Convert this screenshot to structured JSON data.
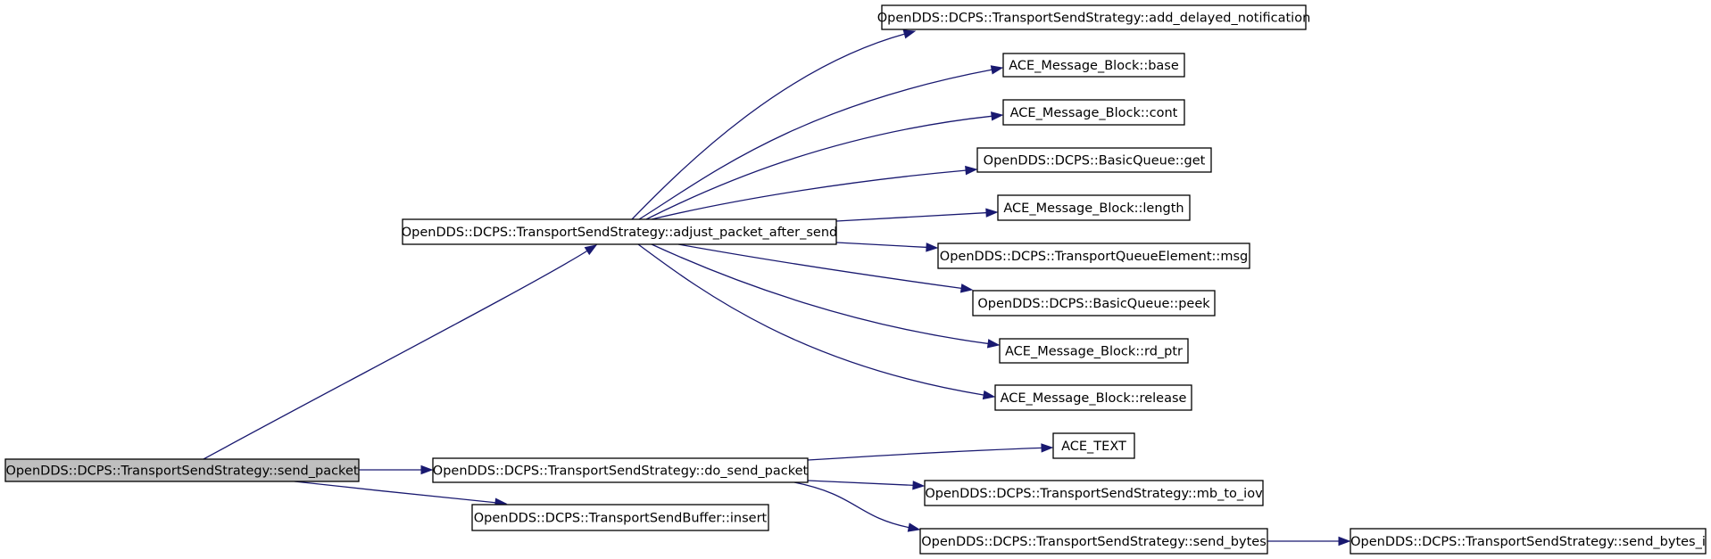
{
  "graph": {
    "nodes": [
      {
        "id": "send_packet",
        "label": "OpenDDS::DCPS::TransportSendStrategy::send_packet",
        "root": true
      },
      {
        "id": "adjust_packet_after_send",
        "label": "OpenDDS::DCPS::TransportSendStrategy::adjust_packet_after_send"
      },
      {
        "id": "do_send_packet",
        "label": "OpenDDS::DCPS::TransportSendStrategy::do_send_packet"
      },
      {
        "id": "insert",
        "label": "OpenDDS::DCPS::TransportSendBuffer::insert"
      },
      {
        "id": "add_delayed_notification",
        "label": "OpenDDS::DCPS::TransportSendStrategy::add_delayed_notification"
      },
      {
        "id": "base",
        "label": "ACE_Message_Block::base"
      },
      {
        "id": "cont",
        "label": "ACE_Message_Block::cont"
      },
      {
        "id": "get",
        "label": "OpenDDS::DCPS::BasicQueue::get"
      },
      {
        "id": "length",
        "label": "ACE_Message_Block::length"
      },
      {
        "id": "msg",
        "label": "OpenDDS::DCPS::TransportQueueElement::msg"
      },
      {
        "id": "peek",
        "label": "OpenDDS::DCPS::BasicQueue::peek"
      },
      {
        "id": "rd_ptr",
        "label": "ACE_Message_Block::rd_ptr"
      },
      {
        "id": "release",
        "label": "ACE_Message_Block::release"
      },
      {
        "id": "ACE_TEXT",
        "label": "ACE_TEXT"
      },
      {
        "id": "mb_to_iov",
        "label": "OpenDDS::DCPS::TransportSendStrategy::mb_to_iov"
      },
      {
        "id": "send_bytes",
        "label": "OpenDDS::DCPS::TransportSendStrategy::send_bytes"
      },
      {
        "id": "send_bytes_i",
        "label": "OpenDDS::DCPS::TransportSendStrategy::send_bytes_i"
      }
    ],
    "edges": [
      {
        "from": "send_packet",
        "to": "adjust_packet_after_send"
      },
      {
        "from": "send_packet",
        "to": "do_send_packet"
      },
      {
        "from": "send_packet",
        "to": "insert"
      },
      {
        "from": "adjust_packet_after_send",
        "to": "add_delayed_notification"
      },
      {
        "from": "adjust_packet_after_send",
        "to": "base"
      },
      {
        "from": "adjust_packet_after_send",
        "to": "cont"
      },
      {
        "from": "adjust_packet_after_send",
        "to": "get"
      },
      {
        "from": "adjust_packet_after_send",
        "to": "length"
      },
      {
        "from": "adjust_packet_after_send",
        "to": "msg"
      },
      {
        "from": "adjust_packet_after_send",
        "to": "peek"
      },
      {
        "from": "adjust_packet_after_send",
        "to": "rd_ptr"
      },
      {
        "from": "adjust_packet_after_send",
        "to": "release"
      },
      {
        "from": "do_send_packet",
        "to": "ACE_TEXT"
      },
      {
        "from": "do_send_packet",
        "to": "mb_to_iov"
      },
      {
        "from": "do_send_packet",
        "to": "send_bytes"
      },
      {
        "from": "send_bytes",
        "to": "send_bytes_i"
      }
    ],
    "colors": {
      "edge": "#191970",
      "root_fill": "#bfbfbf",
      "node_fill": "#ffffff",
      "border": "#000000"
    }
  }
}
